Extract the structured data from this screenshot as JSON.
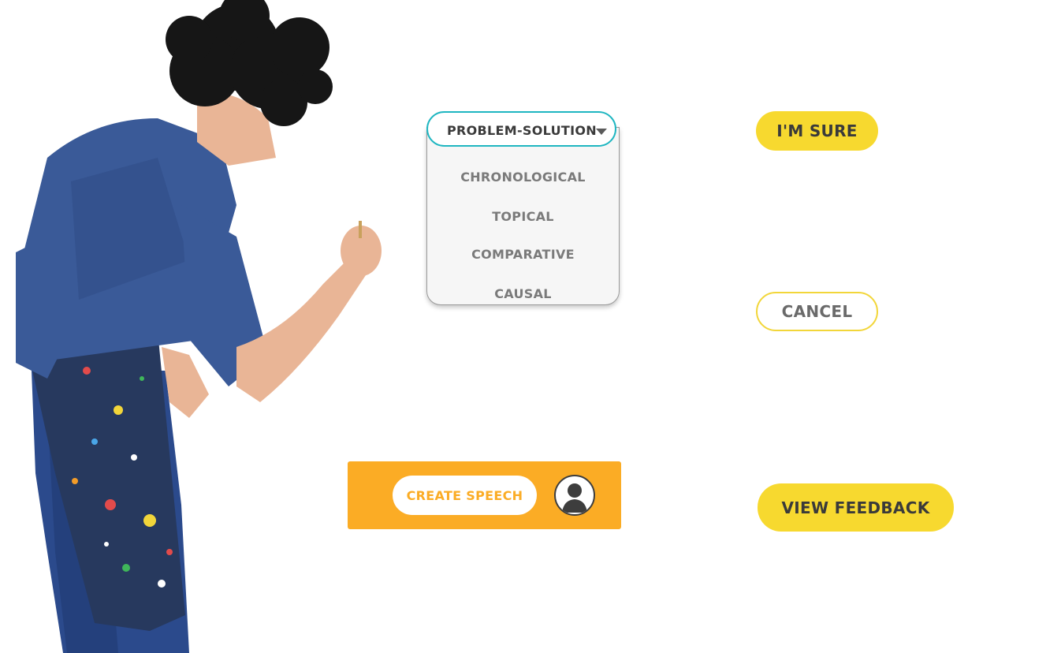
{
  "dropdown": {
    "selected": "PROBLEM-SOLUTION",
    "options": [
      {
        "label": "CHRONOLOGICAL"
      },
      {
        "label": "TOPICAL"
      },
      {
        "label": "COMPARATIVE"
      },
      {
        "label": "CAUSAL"
      }
    ],
    "caret_icon": "caret-down-icon"
  },
  "buttons": {
    "sure_label": "I'M SURE",
    "cancel_label": "CANCEL",
    "feedback_label": "VIEW FEEDBACK",
    "create_speech_label": "CREATE SPEECH"
  },
  "avatar": {
    "icon": "user-silhouette-icon"
  },
  "colors": {
    "accent_yellow": "#f7d92f",
    "accent_orange": "#fbac25",
    "teal_border": "#1fb6c1",
    "text_dark": "#3a3a3a",
    "text_gray": "#7a7a7a"
  }
}
